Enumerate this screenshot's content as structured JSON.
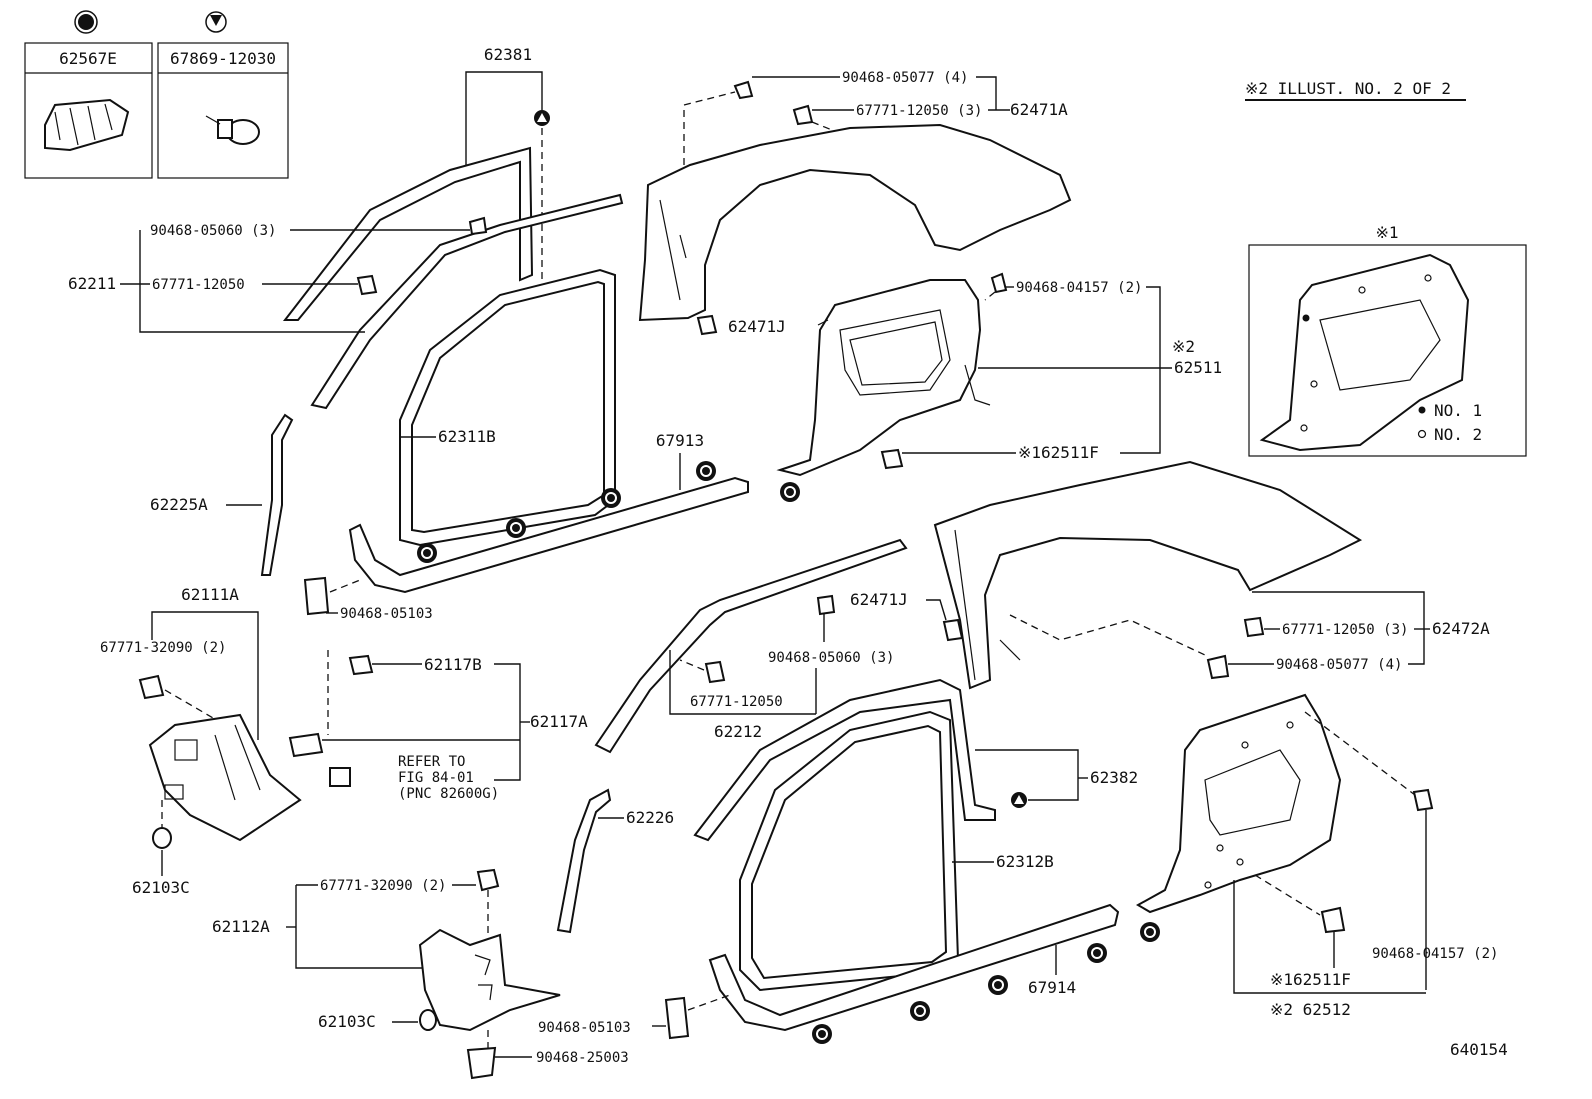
{
  "legend_boxes": {
    "left": {
      "symbol": "filled-circle",
      "label": "62567E"
    },
    "right": {
      "symbol": "triangle",
      "label": "67869-12030"
    }
  },
  "illustration_note": "※2 ILLUST. NO. 2 OF 2",
  "inset": {
    "title": "※1",
    "no1_label": "NO. 1",
    "no2_label": "NO. 2"
  },
  "diagram_number": "640154",
  "labels": {
    "p62381": "62381",
    "p90468_05060_3_a": "90468-05060 (3)",
    "p62211": "62211",
    "p67771_12050_a": "67771-12050",
    "p62311B": "62311B",
    "p62225A": "62225A",
    "p67913": "67913",
    "p90468_05103_a": "90468-05103",
    "p62111A": "62111A",
    "p67771_32090_2_a": "67771-32090 (2)",
    "p62117B": "62117B",
    "p62117A": "62117A",
    "refer_to": "REFER TO",
    "fig": "FIG 84-01",
    "pnc": "(PNC 82600G)",
    "p62103C_a": "62103C",
    "p67771_32090_2_b": "67771-32090 (2)",
    "p62112A": "62112A",
    "p62103C_b": "62103C",
    "p90468_05103_b": "90468-05103",
    "p90468_25003": "90468-25003",
    "p90468_05077_4_a": "90468-05077 (4)",
    "p67771_12050_3_a": "67771-12050 (3)",
    "p62471A": "62471A",
    "p62471J_a": "62471J",
    "p90468_04157_2_a": "90468-04157 (2)",
    "star2": "※2",
    "p62511": "62511",
    "p62511F_a": "※162511F",
    "p62471J_b": "62471J",
    "p90468_05060_3_b": "90468-05060 (3)",
    "p67771_12050_b": "67771-12050",
    "p62212": "62212",
    "p67771_12050_3_b": "67771-12050 (3)",
    "p62472A": "62472A",
    "p90468_05077_4_b": "90468-05077 (4)",
    "p62382": "62382",
    "p62226": "62226",
    "p62312B": "62312B",
    "p67914": "67914",
    "p90468_04157_2_b": "90468-04157 (2)",
    "p62511F_b": "※162511F",
    "p62512": "※2 62512"
  }
}
